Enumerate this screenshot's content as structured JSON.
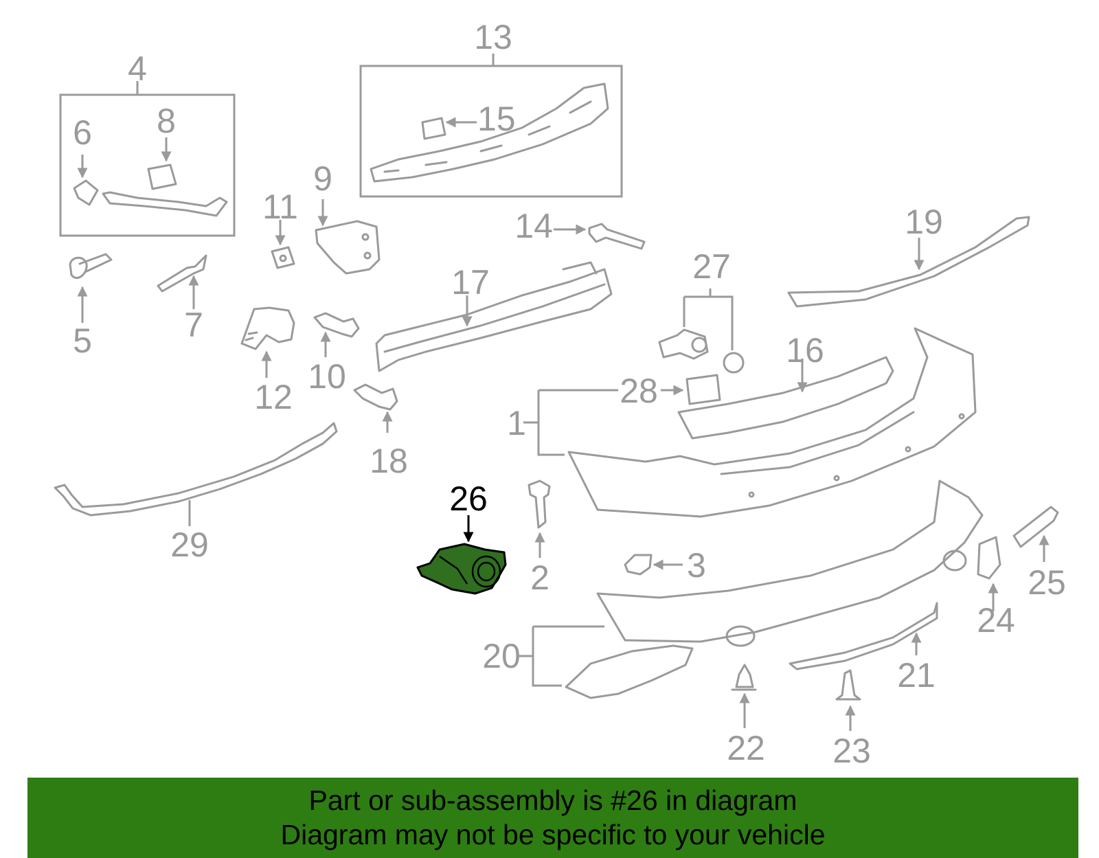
{
  "diagram": {
    "highlighted_part": "26",
    "callouts": [
      "1",
      "2",
      "3",
      "4",
      "5",
      "6",
      "7",
      "8",
      "9",
      "10",
      "11",
      "12",
      "13",
      "14",
      "15",
      "16",
      "17",
      "18",
      "19",
      "20",
      "21",
      "22",
      "23",
      "24",
      "25",
      "26",
      "27",
      "28",
      "29"
    ]
  },
  "banner": {
    "line1": "Part or sub-assembly is #26 in diagram",
    "line2": "Diagram may not be specific to your vehicle",
    "background": "#2e7d12"
  },
  "colors": {
    "parts": "#9a9a9a",
    "highlight": "#2f6f1f",
    "highlight_outline": "#000000"
  }
}
